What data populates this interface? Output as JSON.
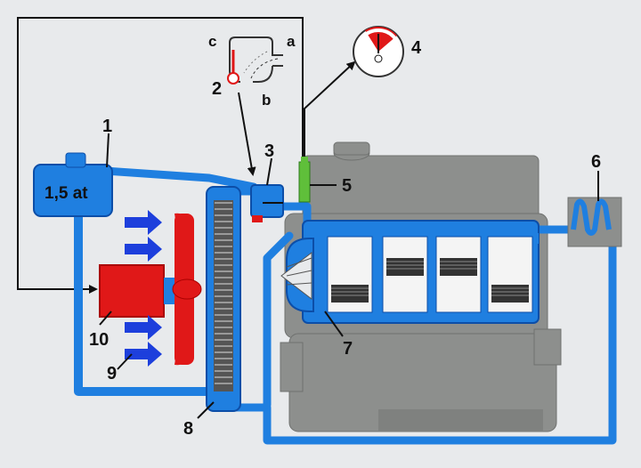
{
  "tank_label": "1,5 at",
  "callouts": {
    "n1": "1",
    "n2": "2",
    "n3": "3",
    "n4": "4",
    "n5": "5",
    "n6": "6",
    "n7": "7",
    "n8": "8",
    "n9": "9",
    "n10": "10"
  },
  "thermostat_inset": {
    "a": "a",
    "b": "b",
    "c": "c"
  },
  "colors": {
    "coolant": "#1f7fe0",
    "coolant_dark": "#0c4ea8",
    "engine_block": "#8d8f8d",
    "heater_core": "#e01818",
    "fan": "#e01818",
    "airflow_arrows": "#1d3fdc",
    "sensor": "#5fbf3a",
    "background": "#e8eaec"
  }
}
